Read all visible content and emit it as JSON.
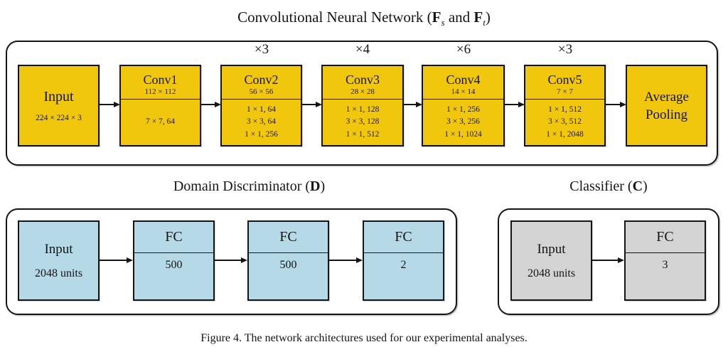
{
  "colors": {
    "conv_yellow": "#F1C70E",
    "fc_blue": "#B5D9E6",
    "fc_gray": "#D4D4D4",
    "line": "#151515"
  },
  "cnn": {
    "title": {
      "prefix": "Convolutional Neural Network (",
      "f_source": "F",
      "sub_source": "s",
      "connector": " and ",
      "f_target": "F",
      "sub_target": "t",
      "suffix": ")"
    },
    "blocks": [
      {
        "name": "Input",
        "dims": "224 × 224 × 3"
      },
      {
        "name": "Conv1",
        "size": "112 × 112",
        "layers": [
          "7 × 7, 64"
        ]
      },
      {
        "name": "Conv2",
        "size": "56 × 56",
        "multiplier": "×3",
        "layers": [
          "1 × 1, 64",
          "3 × 3, 64",
          "1 × 1, 256"
        ]
      },
      {
        "name": "Conv3",
        "size": "28 × 28",
        "multiplier": "×4",
        "layers": [
          "1 × 1, 128",
          "3 × 3, 128",
          "1 × 1, 512"
        ]
      },
      {
        "name": "Conv4",
        "size": "14 × 14",
        "multiplier": "×6",
        "layers": [
          "1 × 1, 256",
          "3 × 3, 256",
          "1 × 1, 1024"
        ]
      },
      {
        "name": "Conv5",
        "size": "7 × 7",
        "multiplier": "×3",
        "layers": [
          "1 × 1, 512",
          "3 × 3, 512",
          "1 × 1, 2048"
        ]
      },
      {
        "name": "Average Pooling"
      }
    ]
  },
  "discriminator": {
    "title": {
      "prefix": "Domain Discriminator (",
      "symbol": "D",
      "suffix": ")"
    },
    "blocks": [
      {
        "name": "Input",
        "sub": "2048 units"
      },
      {
        "name": "FC",
        "value": "500"
      },
      {
        "name": "FC",
        "value": "500"
      },
      {
        "name": "FC",
        "value": "2"
      }
    ]
  },
  "classifier": {
    "title": {
      "prefix": "Classifier (",
      "symbol": "C",
      "suffix": ")"
    },
    "blocks": [
      {
        "name": "Input",
        "sub": "2048 units"
      },
      {
        "name": "FC",
        "value": "3"
      }
    ]
  },
  "caption": "Figure 4. The network architectures used for our experimental analyses."
}
